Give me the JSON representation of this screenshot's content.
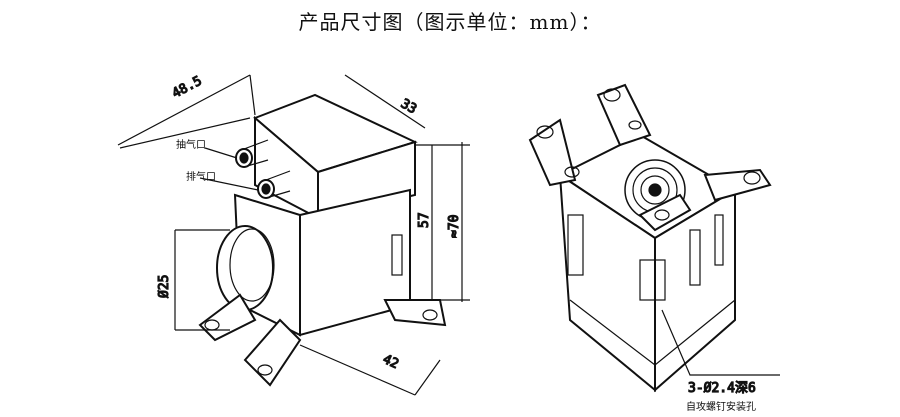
{
  "title": "产品尺寸图（图示单位：mm）：",
  "dimensions": {
    "width": "48.5",
    "depth": "33",
    "body_height": "57",
    "total_height": "≈70",
    "diameter": "Ø25",
    "base_width": "42"
  },
  "labels": {
    "inlet": "抽气口",
    "outlet": "排气口",
    "holes_spec": "3-Ø2.4深6",
    "holes_desc": "自攻螺钉安装孔"
  }
}
